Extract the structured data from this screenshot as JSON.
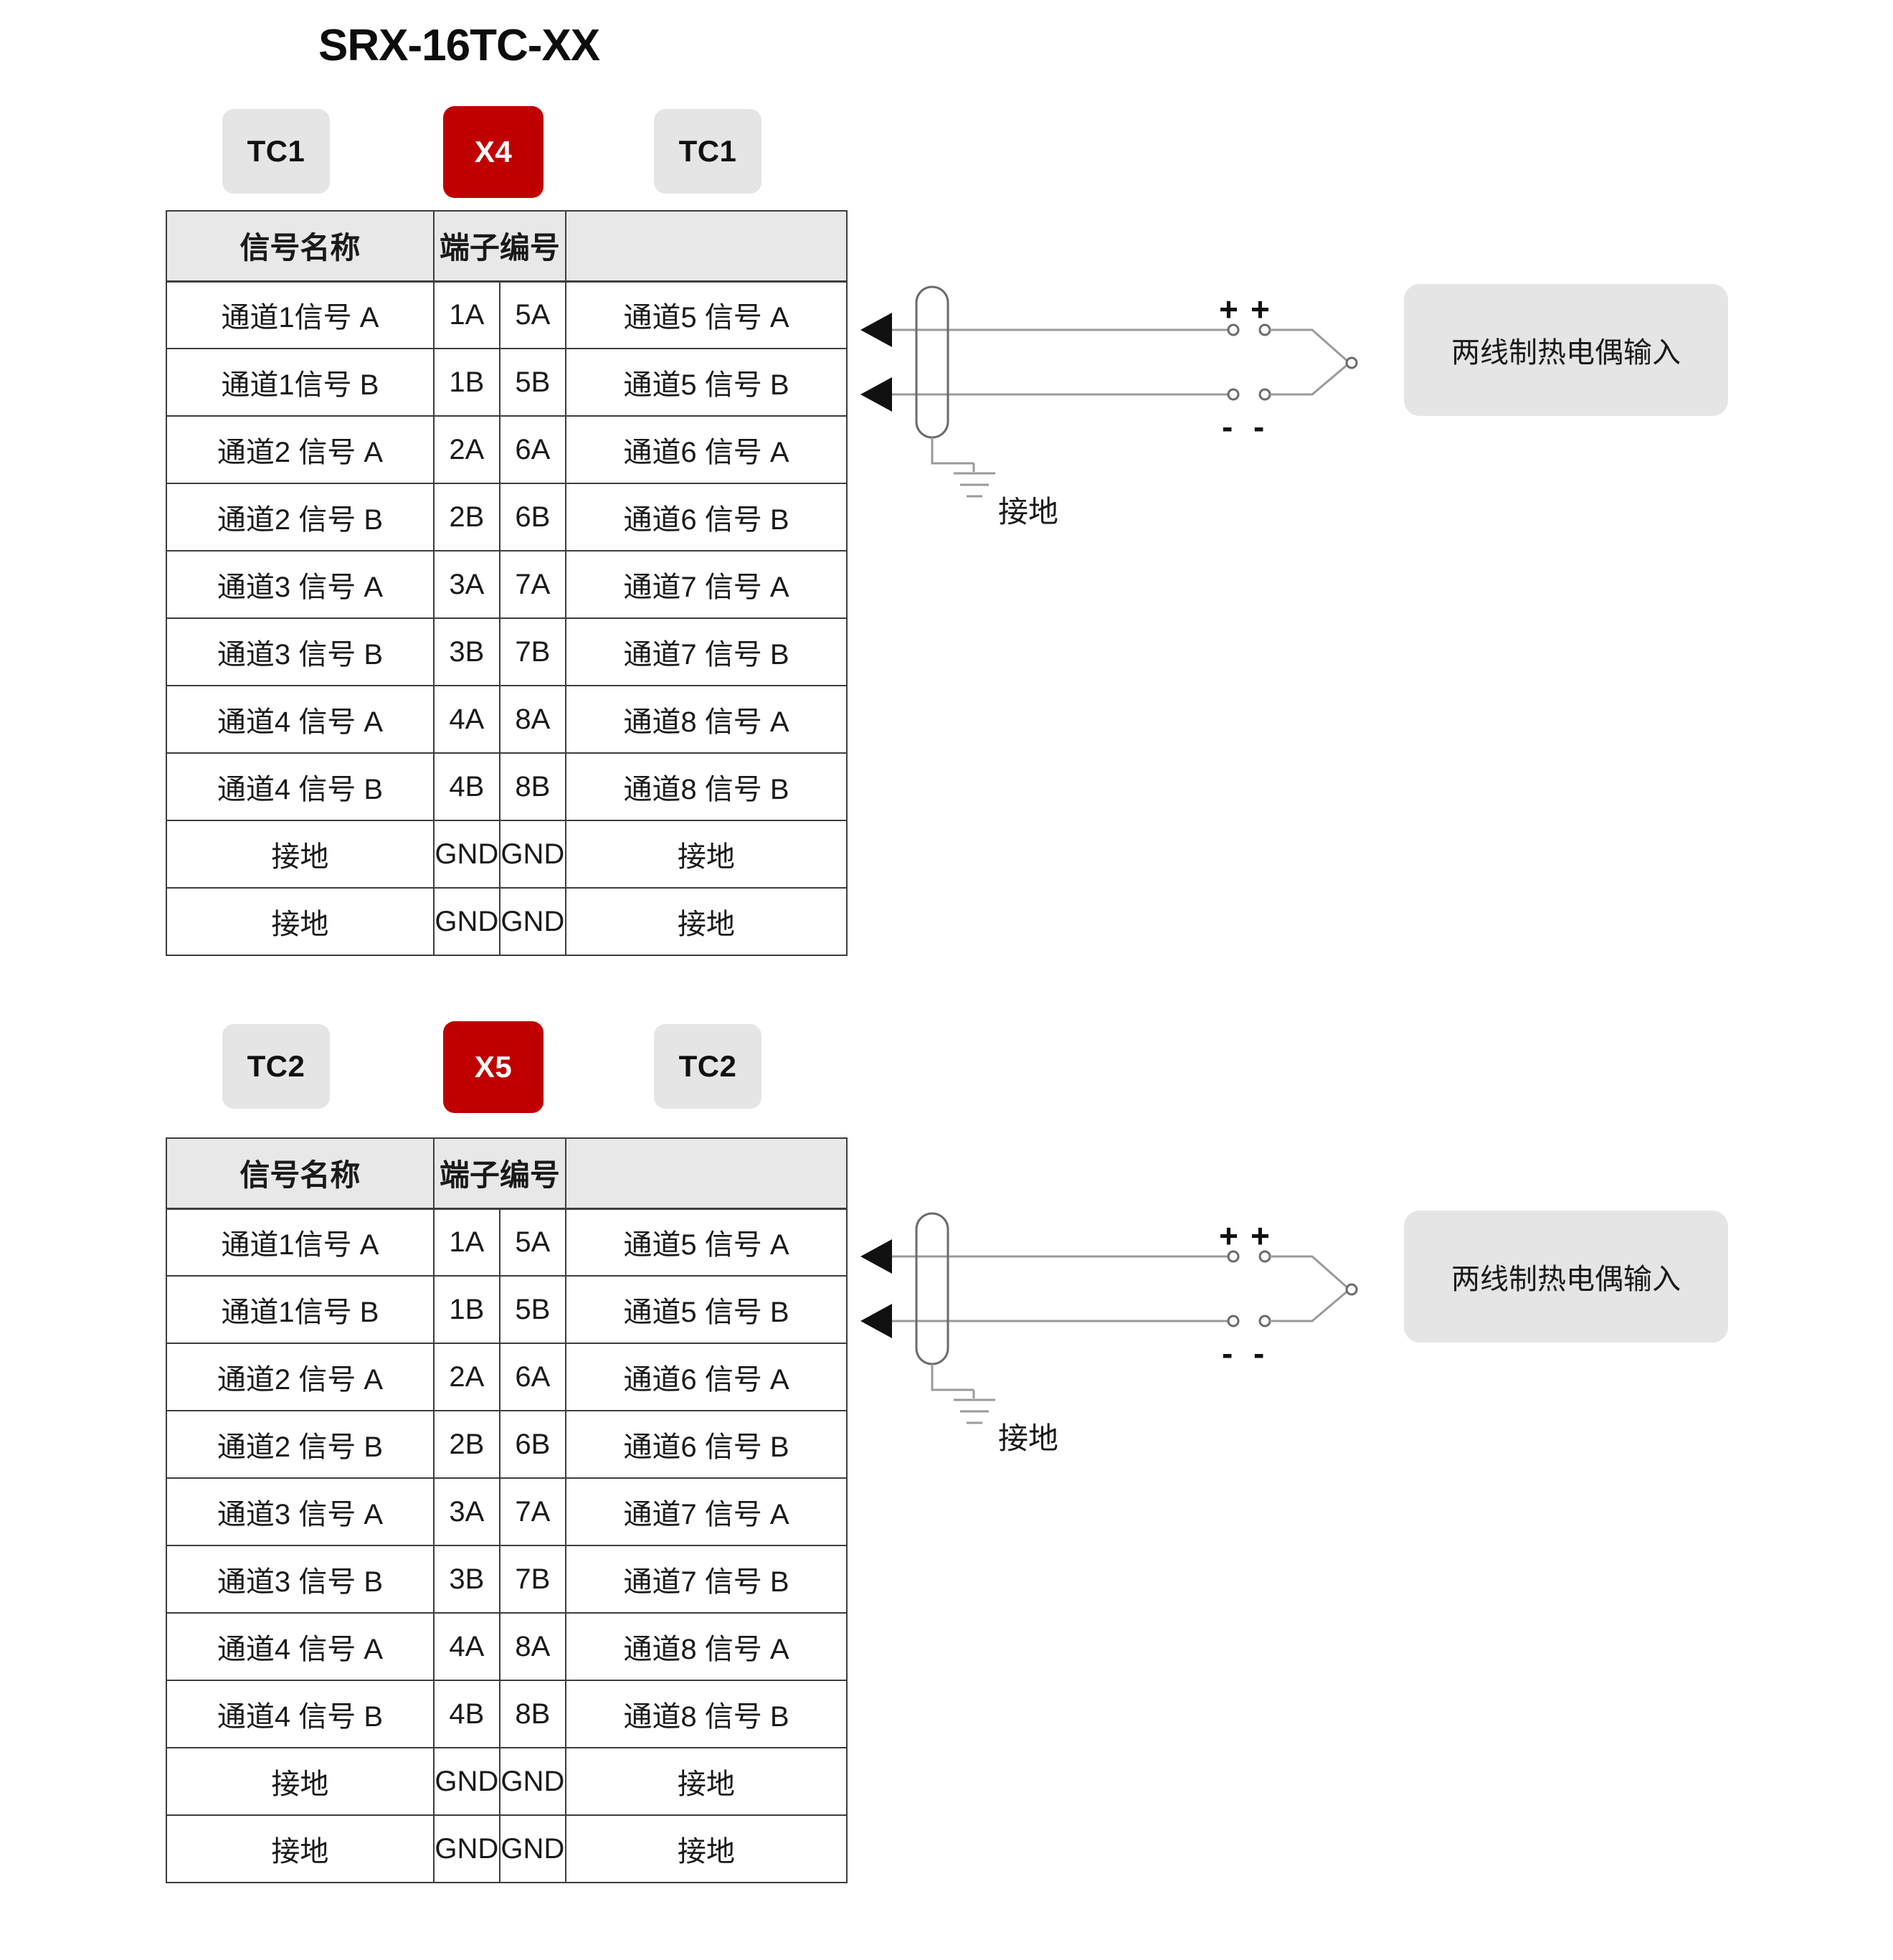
{
  "title": "SRX-16TC-XX",
  "table_headers": {
    "signal_name": "信号名称",
    "terminal_number": "端子编号",
    "blank": ""
  },
  "sections": [
    {
      "id": "section-1",
      "chips": {
        "left": "TC1",
        "center": "X4",
        "right": "TC1"
      },
      "rows": [
        {
          "left_signal": "通道1信号 A",
          "left_term": "1A",
          "right_term": "5A",
          "right_signal": "通道5 信号 A"
        },
        {
          "left_signal": "通道1信号 B",
          "left_term": "1B",
          "right_term": "5B",
          "right_signal": "通道5 信号 B"
        },
        {
          "left_signal": "通道2 信号 A",
          "left_term": "2A",
          "right_term": "6A",
          "right_signal": "通道6 信号 A"
        },
        {
          "left_signal": "通道2 信号 B",
          "left_term": "2B",
          "right_term": "6B",
          "right_signal": "通道6 信号 B"
        },
        {
          "left_signal": "通道3 信号 A",
          "left_term": "3A",
          "right_term": "7A",
          "right_signal": "通道7 信号 A"
        },
        {
          "left_signal": "通道3 信号 B",
          "left_term": "3B",
          "right_term": "7B",
          "right_signal": "通道7 信号 B"
        },
        {
          "left_signal": "通道4 信号 A",
          "left_term": "4A",
          "right_term": "8A",
          "right_signal": "通道8 信号 A"
        },
        {
          "left_signal": "通道4 信号 B",
          "left_term": "4B",
          "right_term": "8B",
          "right_signal": "通道8 信号 B"
        },
        {
          "left_signal": "接地",
          "left_term": "GND",
          "right_term": "GND",
          "right_signal": "接地"
        },
        {
          "left_signal": "接地",
          "left_term": "GND",
          "right_term": "GND",
          "right_signal": "接地"
        }
      ],
      "diagram": {
        "ground_label": "接地",
        "plus_left": "+",
        "plus_right": "+",
        "minus_left": "-",
        "minus_right": "-",
        "note": "两线制热电偶输入"
      }
    },
    {
      "id": "section-2",
      "chips": {
        "left": "TC2",
        "center": "X5",
        "right": "TC2"
      },
      "rows": [
        {
          "left_signal": "通道1信号 A",
          "left_term": "1A",
          "right_term": "5A",
          "right_signal": "通道5 信号 A"
        },
        {
          "left_signal": "通道1信号 B",
          "left_term": "1B",
          "right_term": "5B",
          "right_signal": "通道5 信号 B"
        },
        {
          "left_signal": "通道2 信号 A",
          "left_term": "2A",
          "right_term": "6A",
          "right_signal": "通道6 信号 A"
        },
        {
          "left_signal": "通道2 信号 B",
          "left_term": "2B",
          "right_term": "6B",
          "right_signal": "通道6 信号 B"
        },
        {
          "left_signal": "通道3 信号 A",
          "left_term": "3A",
          "right_term": "7A",
          "right_signal": "通道7 信号 A"
        },
        {
          "left_signal": "通道3 信号 B",
          "left_term": "3B",
          "right_term": "7B",
          "right_signal": "通道7 信号 B"
        },
        {
          "left_signal": "通道4 信号 A",
          "left_term": "4A",
          "right_term": "8A",
          "right_signal": "通道8 信号 A"
        },
        {
          "left_signal": "通道4 信号 B",
          "left_term": "4B",
          "right_term": "8B",
          "right_signal": "通道8 信号 B"
        },
        {
          "left_signal": "接地",
          "left_term": "GND",
          "right_term": "GND",
          "right_signal": "接地"
        },
        {
          "left_signal": "接地",
          "left_term": "GND",
          "right_term": "GND",
          "right_signal": "接地"
        }
      ],
      "diagram": {
        "ground_label": "接地",
        "plus_left": "+",
        "plus_right": "+",
        "minus_left": "-",
        "minus_right": "-",
        "note": "两线制热电偶输入"
      }
    }
  ],
  "colors": {
    "accent_red": "#c00000",
    "chip_gray": "#e5e5e5",
    "header_gray": "#e8e8e8",
    "border": "#3d3d3d",
    "wire": "#9a9a9a"
  }
}
